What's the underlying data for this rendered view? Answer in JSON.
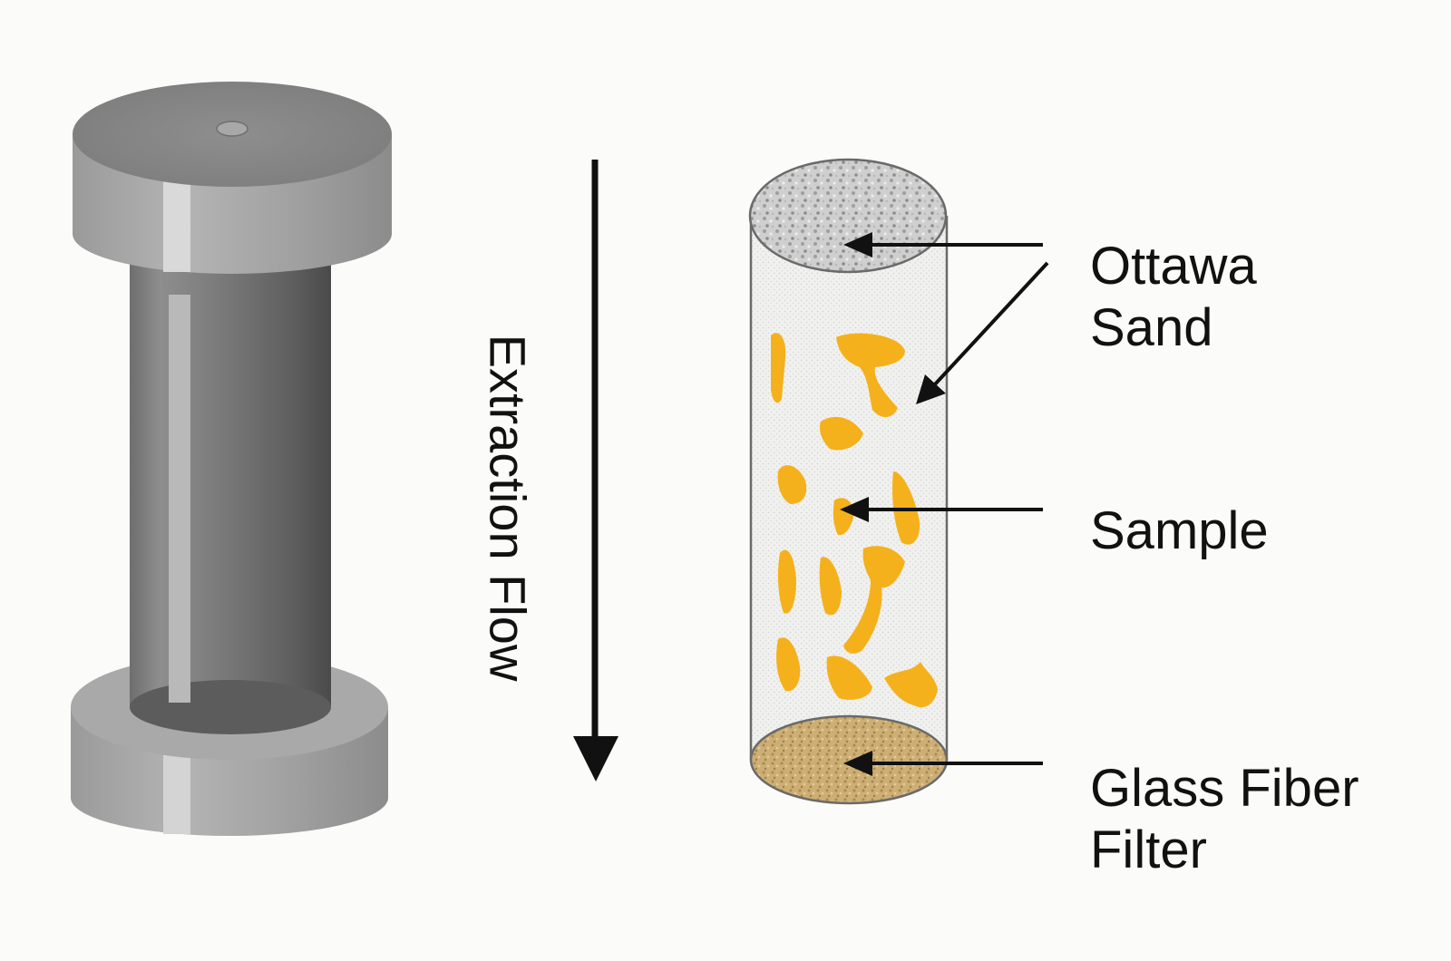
{
  "flow": {
    "label": "Extraction Flow"
  },
  "callouts": {
    "ottawa_sand": [
      "Ottawa",
      "Sand"
    ],
    "sample": [
      "Sample"
    ],
    "glass_fiber_filter": [
      "Glass Fiber",
      "Filter"
    ]
  },
  "colors": {
    "background": "#fbfbf9",
    "housing_gray": "#8a8a8a",
    "sample_orange": "#f5b11b",
    "sand_gray": "#c8c8c8",
    "filter_tan": "#c9aa72",
    "ink": "#111111"
  }
}
